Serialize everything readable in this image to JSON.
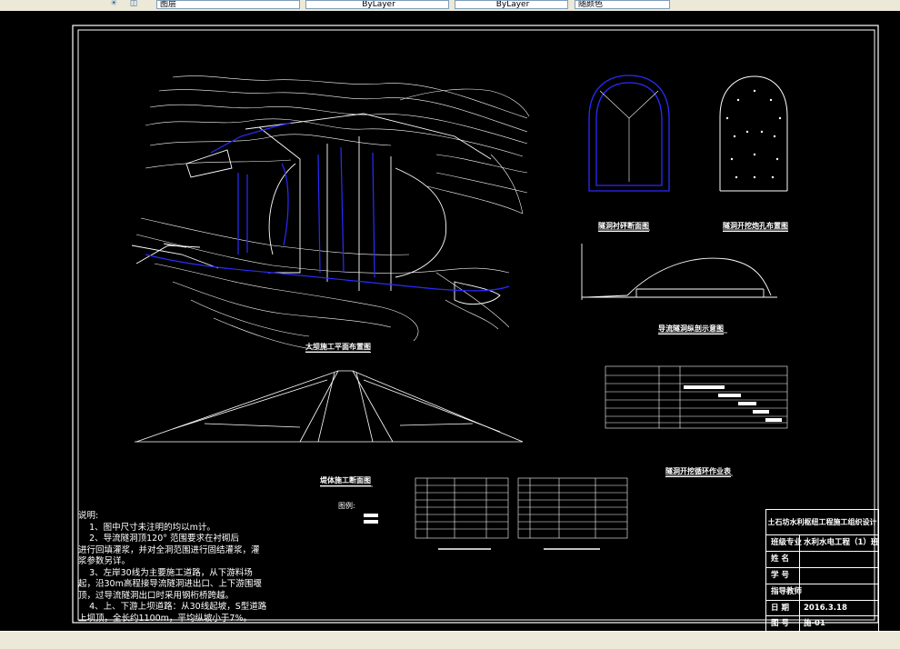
{
  "toolbar": {
    "layer_field": "图层",
    "linetype_field": "ByLayer",
    "lineweight_field": "ByLayer",
    "plotstyle_field": "随颜色"
  },
  "drawing": {
    "plan_title": "大坝施工平面布置图",
    "section_title": "堤体施工断面图",
    "tunnel_lining_title": "隧洞衬砰断面图",
    "tunnel_blast_title": "隧洞开挖炮孔布置图",
    "diversion_title": "导流隧洞纵剖示意图",
    "cycle_title": "隧洞开挖循环作业表",
    "legend_label": "图例:"
  },
  "notes": {
    "heading": "说明:",
    "lines": [
      "    1、图中尺寸未注明的均以m计。",
      "    2、导流隧洞顶120° 范围要求在衬砌后",
      "进行回填灌浆，并对全洞范围进行固结灌浆，灌",
      "浆参数另详。",
      "    3、左岸30线为主要施工道路，从下游料场",
      "起，沿30m高程接导流隧洞进出口、上下游围堰",
      "顶，过导流隧洞出口时采用钢桁桥跨越。",
      "    4、上、下游上坝道路：从30线起坡，S型道路",
      "上坝顶，全长约1100m，平均纵坡小于7%。"
    ]
  },
  "title_block": {
    "title": "土石坊水利枢纽工程施工组织设计",
    "rows": [
      {
        "label": "班级专业",
        "value": "水利水电工程（1）班"
      },
      {
        "label": "姓  名",
        "value": ""
      },
      {
        "label": "学  号",
        "value": ""
      },
      {
        "label": "指导教师",
        "value": ""
      },
      {
        "label": "日  期",
        "value": "2016.3.18"
      },
      {
        "label": "图  号",
        "value": "施-01"
      }
    ]
  },
  "colors": {
    "background": "#000000",
    "linework": "#ffffff",
    "tunnel_lines": "#2b2bff",
    "toolbar": "#ece9d8"
  }
}
